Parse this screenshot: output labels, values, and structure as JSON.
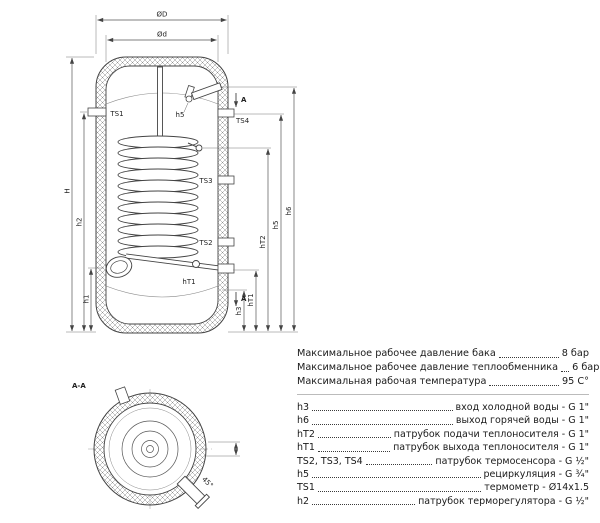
{
  "specs": {
    "rows": [
      {
        "label": "Максимальное рабочее давление бака",
        "value": "8 бар"
      },
      {
        "label": "Максимальное рабочее давление теплообменника",
        "value": "6 бар"
      },
      {
        "label": "Максимальная рабочая температура",
        "value": "95 C°"
      }
    ]
  },
  "legend": {
    "rows": [
      {
        "code": "h3",
        "desc": "вход холодной воды - G 1\""
      },
      {
        "code": "h6",
        "desc": "выход горячей воды - G 1\""
      },
      {
        "code": "hT2",
        "desc": "патрубок подачи теплоносителя - G 1\""
      },
      {
        "code": "hT1",
        "desc": "патрубок выхода теплоносителя - G 1\""
      },
      {
        "code": "TS2, TS3, TS4",
        "desc": "патрубок термосенсора - G ½\""
      },
      {
        "code": "h5",
        "desc": "рециркуляция - G ¾\""
      },
      {
        "code": "TS1",
        "desc": "термометр - Ø14x1.5"
      },
      {
        "code": "h2",
        "desc": "патрубок терморегулятора - G ½\""
      }
    ]
  },
  "drawing": {
    "dims": {
      "D": "ØD",
      "d": "Ød",
      "H": "H",
      "h1": "h1",
      "h2": "h2",
      "h3": "h3",
      "hT1": "hT1",
      "hT2": "hT2",
      "h5": "h5",
      "h6": "h6"
    },
    "ports": {
      "ts1": "TS1",
      "ts2": "TS2",
      "ts3": "TS3",
      "ts4": "TS4",
      "ht1": "hT1",
      "h5": "h5"
    },
    "section": {
      "title": "A-A",
      "cut": "A",
      "angle": "45°"
    }
  }
}
